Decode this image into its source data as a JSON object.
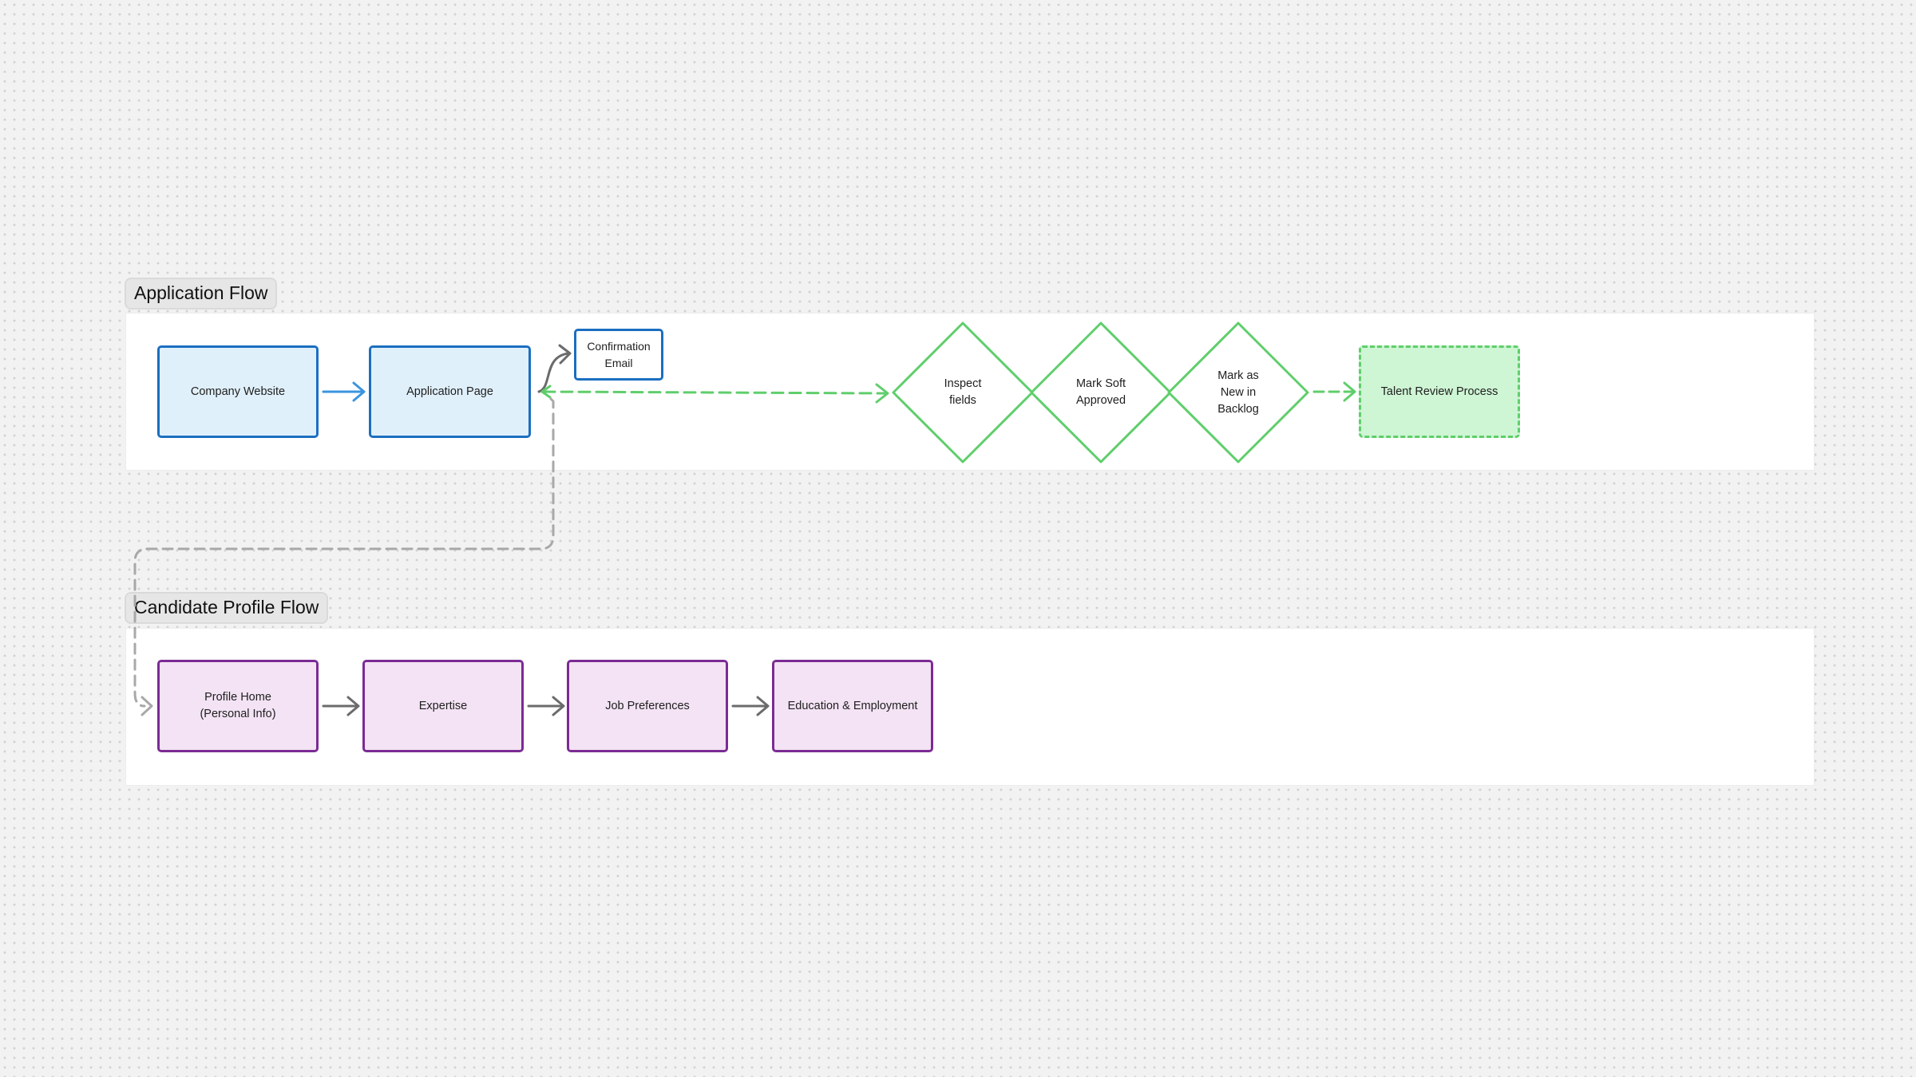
{
  "sections": {
    "application_flow": {
      "title": "Application Flow"
    },
    "candidate_profile_flow": {
      "title": "Candidate Profile Flow"
    }
  },
  "application_flow": {
    "company_website": "Company Website",
    "application_page": "Application Page",
    "confirmation_email": "Confirmation\nEmail",
    "inspect_fields": "Inspect\nfields",
    "mark_soft_approved": "Mark Soft\nApproved",
    "mark_new_in_backlog": "Mark as\nNew in\nBacklog",
    "talent_review_process": "Talent Review Process"
  },
  "candidate_profile_flow": {
    "profile_home": "Profile Home\n(Personal Info)",
    "expertise": "Expertise",
    "job_preferences": "Job Preferences",
    "education_employment": "Education & Employment"
  },
  "colors": {
    "blue_border": "#1b6fc0",
    "blue_fill": "#e0f0fb",
    "blue_arrow": "#3a95e0",
    "green_border": "#5fce6b",
    "green_fill": "#cef5d4",
    "purple_border": "#7b2b94",
    "purple_fill": "#f3e3f4",
    "gray_arrow": "#6b6b6b",
    "gray_dashed": "#a8a8a8",
    "canvas": "#f2f2f2"
  }
}
